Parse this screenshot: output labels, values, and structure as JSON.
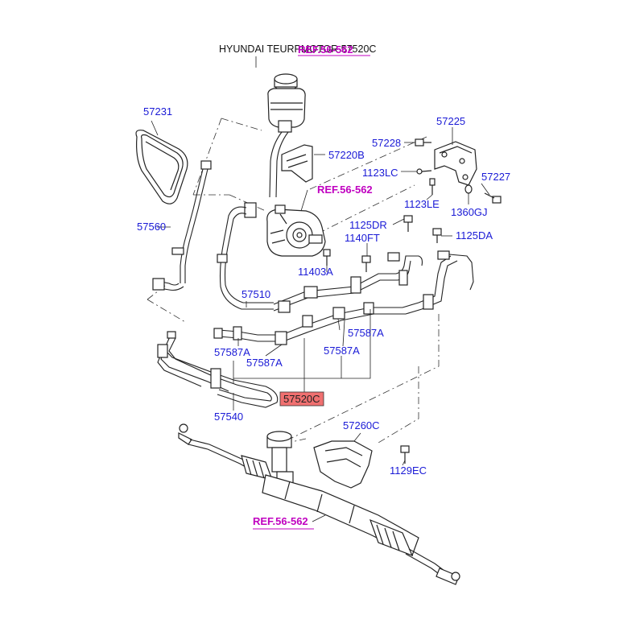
{
  "title": "HYUNDAI TEURPMOTOR 57520C",
  "title_ref": "REF.56-562",
  "colors": {
    "label": "#1a1ad6",
    "ref": "#c000c0",
    "highlight_fill": "#f07070"
  },
  "labels": {
    "p57231": "57231",
    "p57560": "57560",
    "p57220B": "57220B",
    "ref_pump": "REF.56-562",
    "p57225": "57225",
    "p57228": "57228",
    "p1123LC": "1123LC",
    "p57227": "57227",
    "p1123LE": "1123LE",
    "p1360GJ": "1360GJ",
    "p1125DR": "1125DR",
    "p1140FT": "1140FT",
    "p1125DA": "1125DA",
    "p11403A": "11403A",
    "p57510": "57510",
    "p57587A_1": "57587A",
    "p57587A_2": "57587A",
    "p57587A_3": "57587A",
    "p57587A_4": "57587A",
    "p57520C": "57520C",
    "p57540": "57540",
    "p57260C": "57260C",
    "p1129EC": "1129EC",
    "ref_rack": "REF.56-562"
  }
}
